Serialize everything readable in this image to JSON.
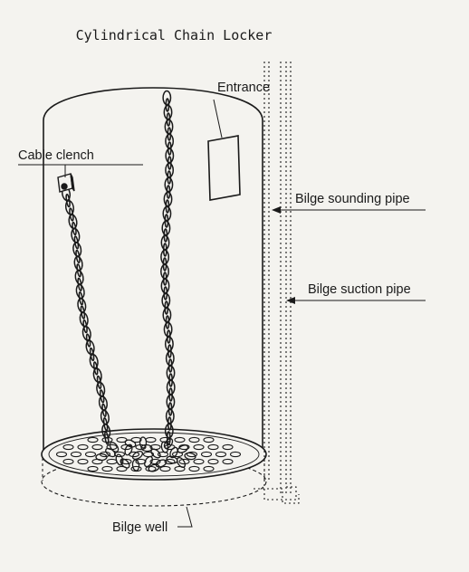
{
  "title": "Cylindrical Chain Locker",
  "labels": {
    "entrance": "Entrance",
    "cable_clench": "Cable clench",
    "bilge_sounding_pipe": "Bilge sounding pipe",
    "bilge_suction_pipe": "Bilge suction pipe",
    "bilge_well": "Bilge well"
  },
  "colors": {
    "ink": "#1a1a1a",
    "paper": "#f4f3ef"
  }
}
